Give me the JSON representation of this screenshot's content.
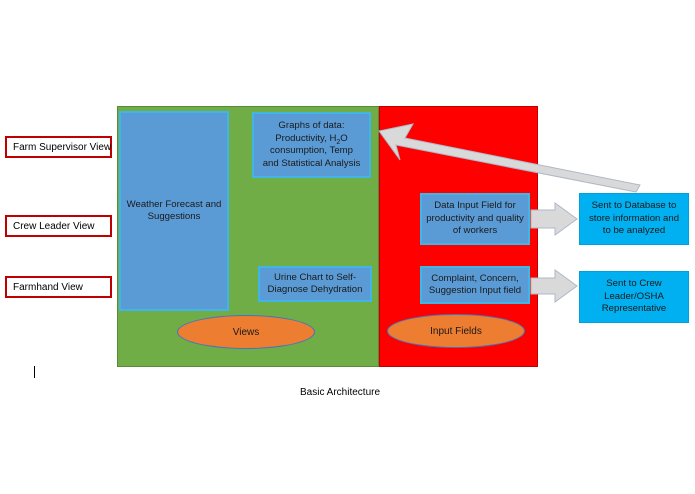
{
  "views": [
    {
      "label": "Farm Supervisor View"
    },
    {
      "label": "Crew Leader View"
    },
    {
      "label": "Farmhand View"
    }
  ],
  "views_panel": {
    "weather_box": "Weather Forecast and Suggestions",
    "graphs_box": {
      "line1": "Graphs of data:",
      "line2_pre": "Productivity, H",
      "line2_sub": "2",
      "line2_post": "O",
      "line3": "consumption, Temp",
      "line4": "and Statistical Analysis"
    },
    "urine_box": "Urine Chart to Self-Diagnose Dehydration",
    "label": "Views",
    "color": "#70ad47"
  },
  "input_panel": {
    "data_input_box": "Data Input Field for productivity and quality of workers",
    "complaint_box": "Complaint, Concern, Suggestion Input field",
    "label": "Input Fields",
    "color": "#ff0000"
  },
  "outputs": {
    "database_box": "Sent to Database to store information and to be analyzed",
    "crew_leader_box": "Sent to Crew Leader/OSHA Representative"
  },
  "caption": "Basic Architecture",
  "colors": {
    "box_blue": "#5b9bd5",
    "box_cyan": "#00b0f0",
    "ellipse_orange": "#ed7d31",
    "arrow_gray": "#d9d9d9",
    "label_border": "#c00000"
  }
}
